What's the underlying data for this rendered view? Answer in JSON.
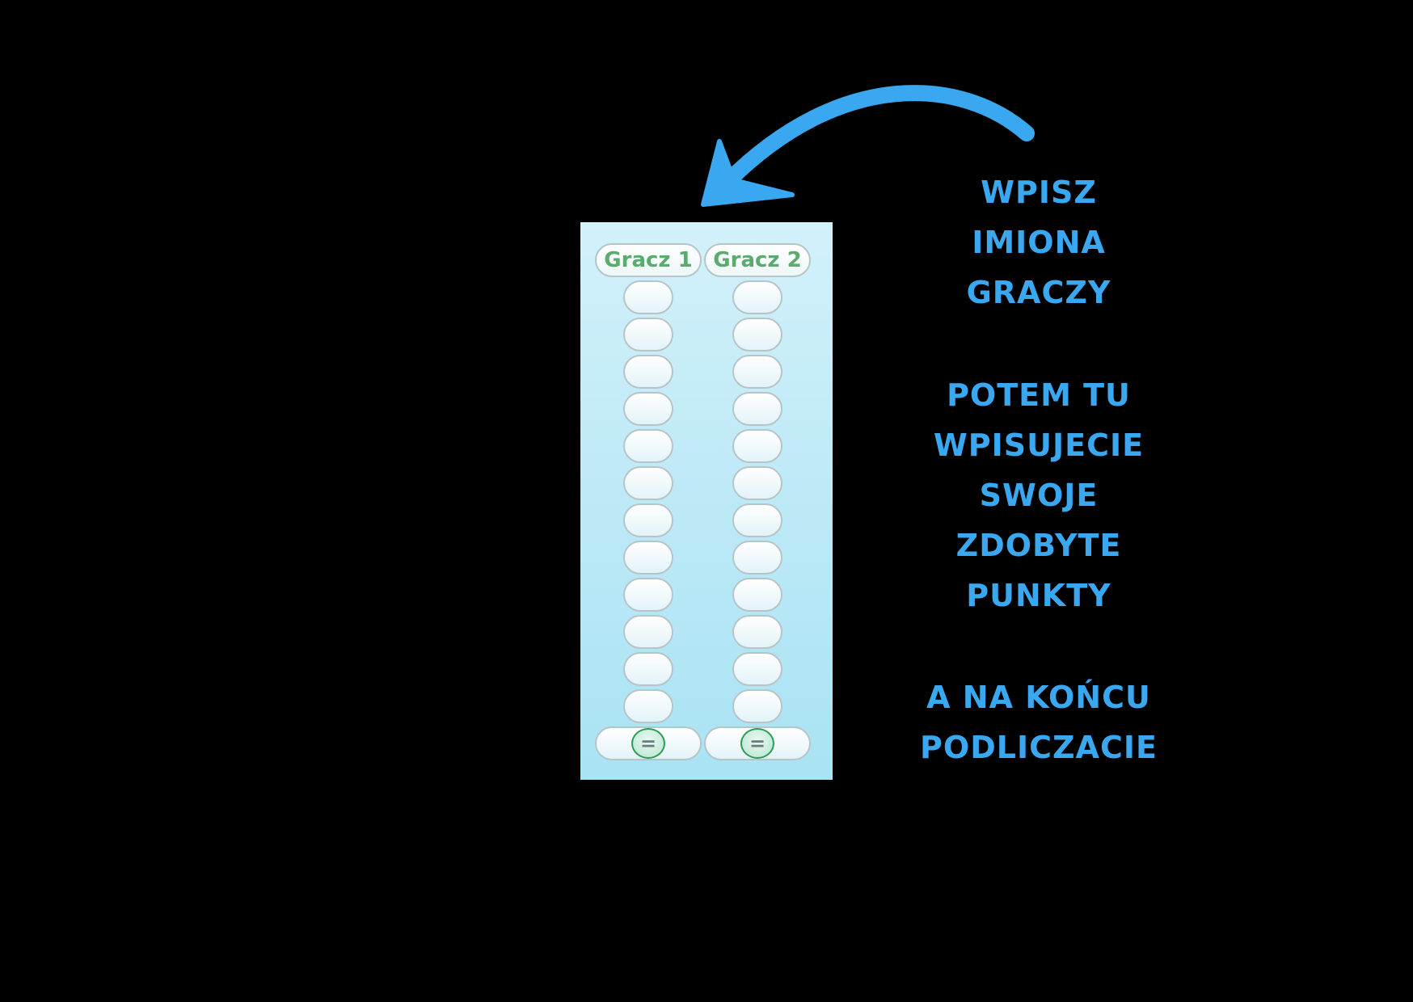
{
  "score_panel": {
    "players": [
      {
        "name": "Gracz 1",
        "rounds": [
          "",
          "",
          "",
          "",
          "",
          "",
          "",
          "",
          "",
          "",
          "",
          ""
        ],
        "total_button": "="
      },
      {
        "name": "Gracz 2",
        "rounds": [
          "",
          "",
          "",
          "",
          "",
          "",
          "",
          "",
          "",
          "",
          "",
          ""
        ],
        "total_button": "="
      }
    ]
  },
  "instructions": {
    "block1": [
      "WPISZ",
      "IMIONA",
      "GRACZY"
    ],
    "block2": [
      "POTEM TU",
      "WPISUJECIE",
      "SWOJE",
      "ZDOBYTE",
      "PUNKTY"
    ],
    "block3": [
      "A NA KOŃCU",
      "PODLICZACIE"
    ]
  },
  "colors": {
    "background": "#000000",
    "panel": "#bfeaf7",
    "player_name": "#5aab6e",
    "instruction_text": "#3aa8f0",
    "arrow": "#3aa8f0"
  },
  "icons": {
    "arrow": "curved-arrow-icon",
    "equals": "equals-icon"
  }
}
